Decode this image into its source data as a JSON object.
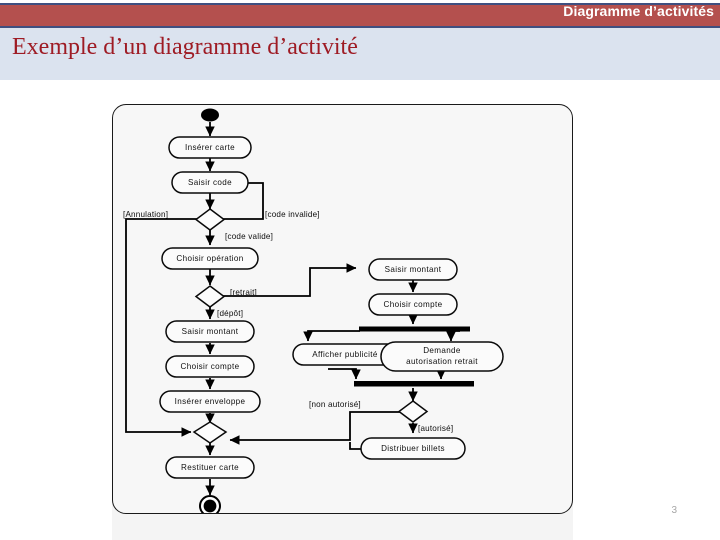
{
  "slide": {
    "header_title": "Diagramme d’activités",
    "title": "Exemple d’un diagramme d’activité",
    "page_number": "3",
    "colors": {
      "header_bar": "#b4504e",
      "header_border": "#3f4f80",
      "title_band": "#dbe3ef",
      "title_text": "#9e1b24",
      "diagram_background": "#f7f7f7",
      "stroke": "#000000"
    }
  },
  "diagram": {
    "type": "uml-activity-diagram",
    "initial_node": "initial-state",
    "final_node": "final-state",
    "activities": [
      {
        "id": "inserer-carte",
        "label": "Insérer carte"
      },
      {
        "id": "saisir-code",
        "label": "Saisir code"
      },
      {
        "id": "choisir-operation",
        "label": "Choisir opération"
      },
      {
        "id": "saisir-montant-depot",
        "label": "Saisir montant"
      },
      {
        "id": "choisir-compte-depot",
        "label": "Choisir compte"
      },
      {
        "id": "inserer-enveloppe",
        "label": "Insérer enveloppe"
      },
      {
        "id": "saisir-montant-retrait",
        "label": "Saisir montant"
      },
      {
        "id": "choisir-compte-retrait",
        "label": "Choisir compte"
      },
      {
        "id": "afficher-publicite",
        "label": "Afficher publicité"
      },
      {
        "id": "demande-autorisation",
        "label_line1": "Demande",
        "label_line2": "autorisation retrait"
      },
      {
        "id": "distribuer-billets",
        "label": "Distribuer billets"
      },
      {
        "id": "restituer-carte",
        "label": "Restituer carte"
      }
    ],
    "guards": [
      {
        "id": "guard-annulation",
        "label": "[Annulation]"
      },
      {
        "id": "guard-code-invalide",
        "label": "[code invalide]"
      },
      {
        "id": "guard-code-valide",
        "label": "[code valide]"
      },
      {
        "id": "guard-retrait",
        "label": "[retrait]"
      },
      {
        "id": "guard-depot",
        "label": "[dépôt]"
      },
      {
        "id": "guard-non-autorise",
        "label": "[non autorisé]"
      },
      {
        "id": "guard-autorise",
        "label": "[autorisé]"
      }
    ],
    "decisions": [
      {
        "id": "decision-code"
      },
      {
        "id": "decision-operation"
      },
      {
        "id": "decision-autorisation"
      },
      {
        "id": "merge-final"
      }
    ],
    "bars": [
      {
        "id": "fork-bar"
      },
      {
        "id": "join-bar"
      }
    ]
  }
}
